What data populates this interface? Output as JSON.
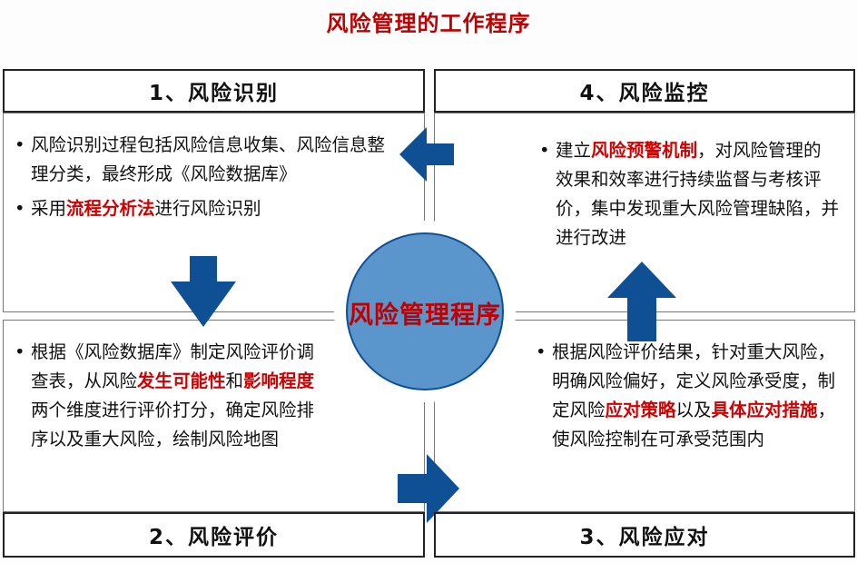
{
  "title": "风险管理的工作程序",
  "center": "风险管理程序",
  "colors": {
    "arrow": "#0f4f93",
    "circle": "#5a95cc",
    "highlight": "#d00000"
  },
  "steps": {
    "identify": {
      "header": "1、风险识别",
      "b1": "风险识别过程包括风险信息收集、风险信息整理分类，最终形成《风险数据库》",
      "b2_pre": "采用",
      "b2_red": "流程分析法",
      "b2_post": "进行风险识别"
    },
    "monitor": {
      "header": "4、风险监控",
      "b1_pre": "建立",
      "b1_red": "风险预警机制",
      "b1_post": "，对风险管理的效果和效率进行持续监督与考核评价，集中发现重大风险管理缺陷，并进行改进"
    },
    "evaluate": {
      "header": "2、风险评价",
      "b1_a": "根据《风险数据库》制定风险评价调查表，从风险",
      "b1_red1": "发生可能性",
      "b1_b": "和",
      "b1_red2": "影响程度",
      "b1_c": "两个维度进行评价打分，确定风险排序以及重大风险，绘制风险地图"
    },
    "respond": {
      "header": "3、风险应对",
      "b1_a": "根据风险评价结果，针对重大风险，明确风险偏好，定义风险承受度，制定风险",
      "b1_red1": "应对策略",
      "b1_b": "以及",
      "b1_red2": "具体应对措施",
      "b1_c": "，使风险控制在可承受范围内"
    }
  }
}
